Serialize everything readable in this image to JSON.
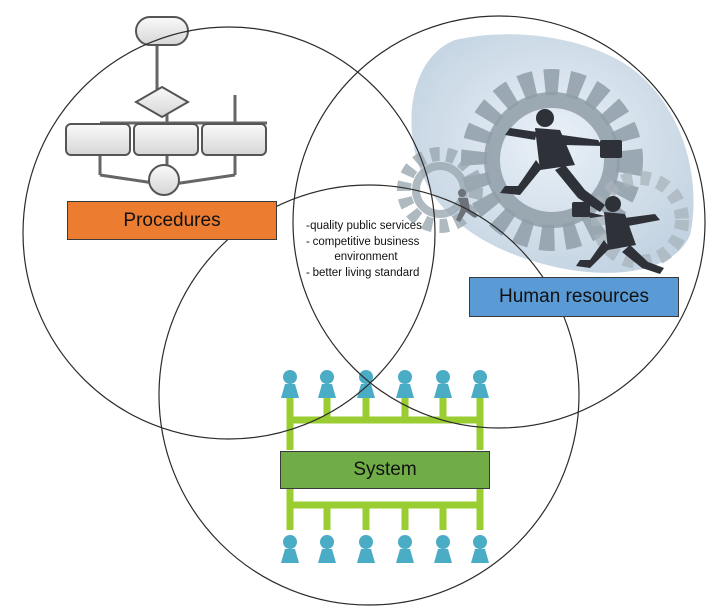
{
  "diagram": {
    "circles": {
      "procedures": {
        "label": "Procedures",
        "color": "#ec7c30"
      },
      "human_resources": {
        "label": "Human resources",
        "color": "#5b9bd5"
      },
      "system": {
        "label": "System",
        "color": "#70ad47"
      }
    },
    "intersection_outcomes": [
      "quality public services",
      "competitive business environment",
      "better living standard"
    ],
    "illustrations": {
      "procedures": "flowchart-illustration",
      "human_resources": "businessmen-running-on-gears-illustration",
      "system": "people-network-illustration"
    },
    "colors": {
      "circle_stroke": "#2b2b2b",
      "people_icon": "#4bacc6",
      "connector": "#9acd32",
      "gear": "#8f9ea8",
      "globe": "#c9d8e6"
    }
  }
}
